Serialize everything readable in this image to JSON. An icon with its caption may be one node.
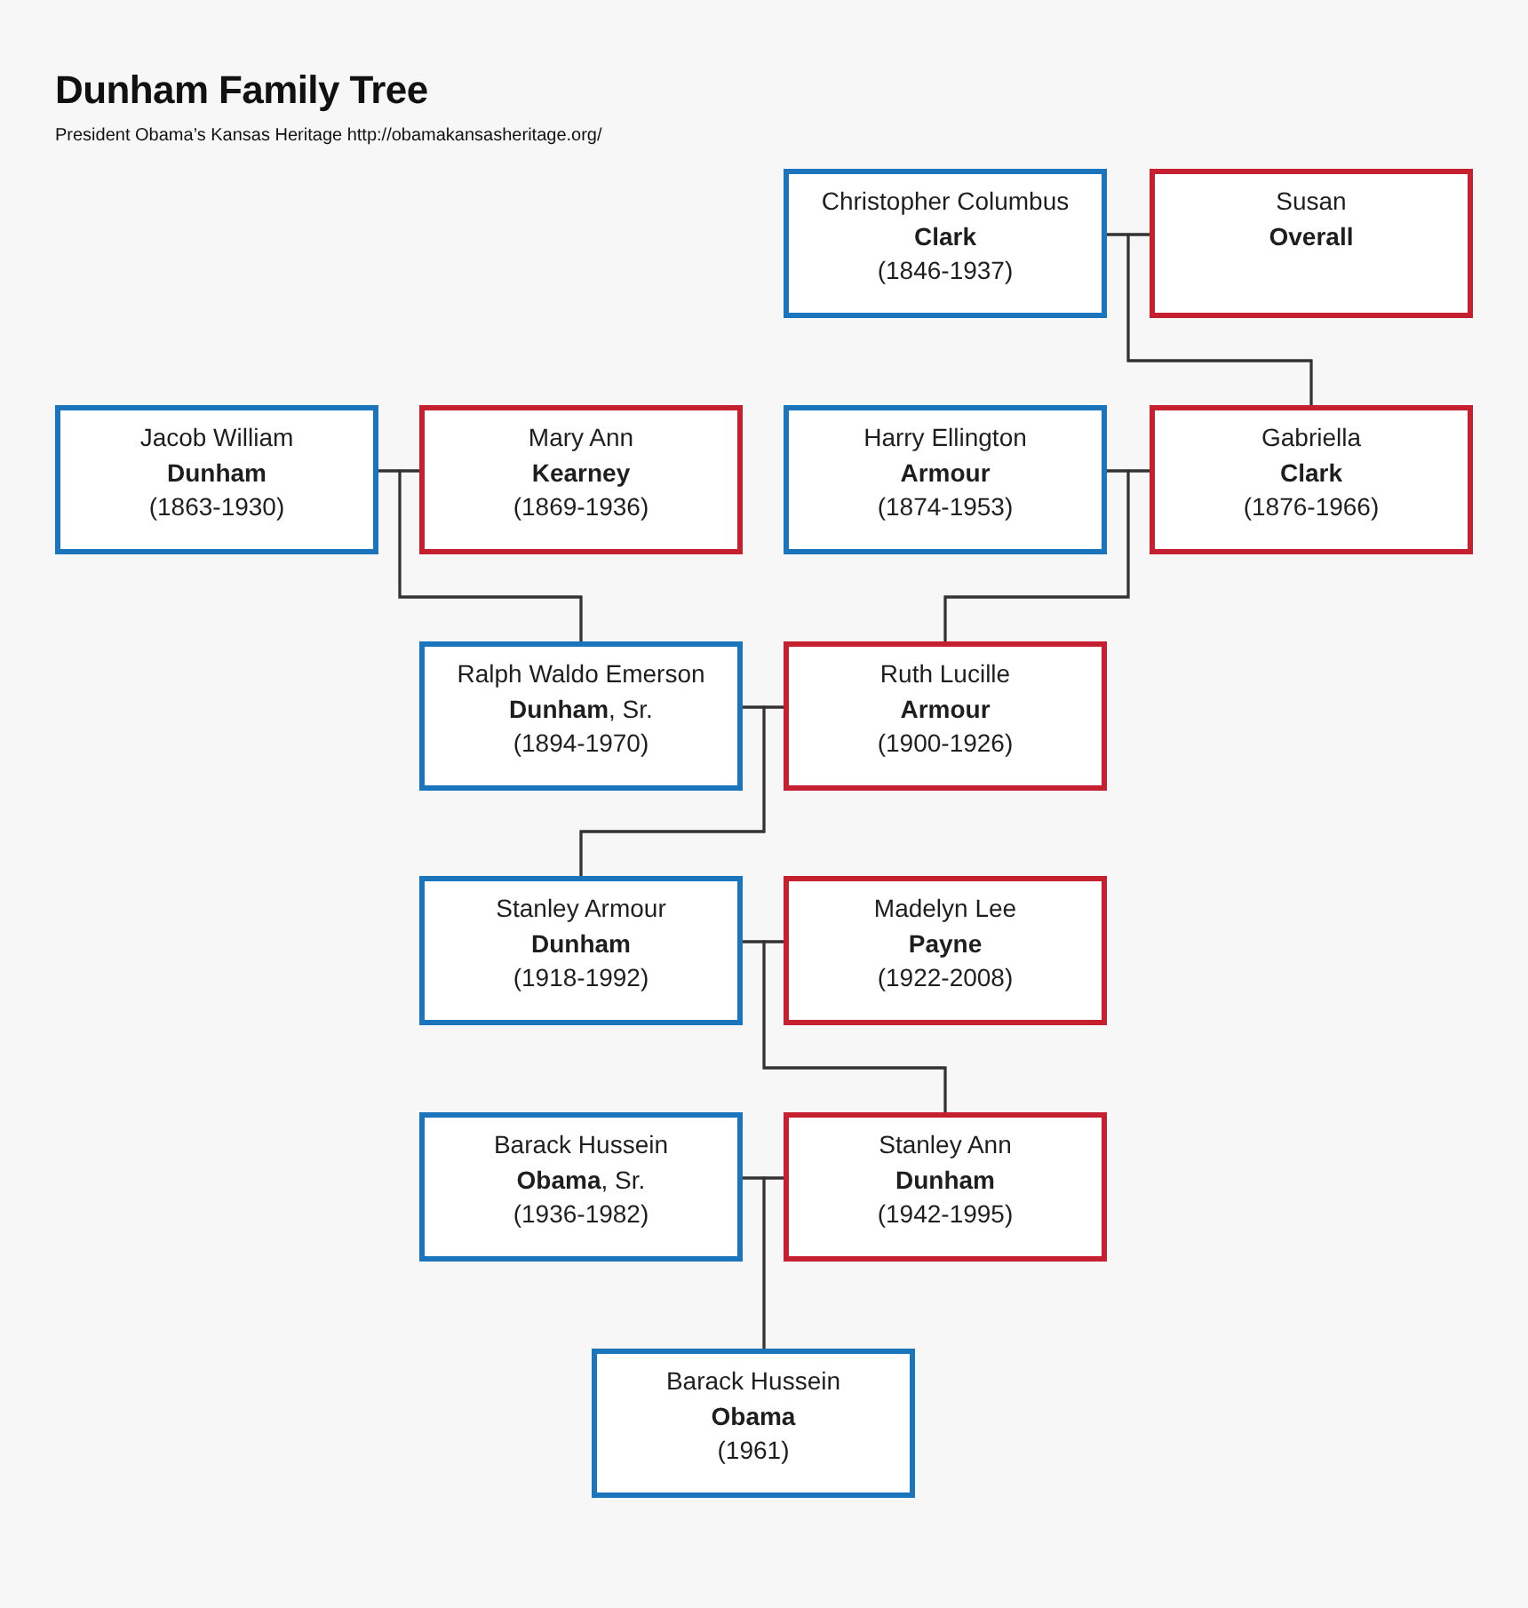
{
  "diagram": {
    "title": "Dunham Family Tree",
    "nodes": [
      {
        "text": [
          "Christopher Columbus **Clark**",
          "(1846-1937)"
        ]
      },
      {
        "text": [
          "Susan **Overall**"
        ]
      },
      {
        "text": [
          "Jacob William **Dunham**",
          "(1863-1930)"
        ]
      },
      {
        "text": [
          "Mary Ann **Kearney**",
          "(1869-1936)"
        ]
      },
      {
        "text": [
          "Harry Ellington **Armour**",
          "(1874-1953)"
        ]
      },
      {
        "text": [
          "Gabriella **Clark**",
          "(1876-1966)"
        ]
      },
      {
        "text": [
          "Ralph Waldo Emerson **Dunham**, Sr.",
          "(1894-1970)"
        ]
      },
      {
        "text": [
          "Ruth Lucille **Armour**",
          "(1900-1926)"
        ]
      },
      {
        "text": [
          "Stanley Armour **Dunham**",
          "(1918-1992)"
        ]
      },
      {
        "text": [
          "Madelyn Lee **Payne**",
          "(1922-2008)"
        ]
      },
      {
        "text": [
          "Barack Hussein **Obama**, Sr.",
          "(1936-1982)"
        ]
      },
      {
        "text": [
          "Stanley Ann **Dunham**",
          "(1942-1995)"
        ]
      },
      {
        "text": [
          "Barack Hussein **Obama**",
          "(1961)"
        ]
      }
    ],
    "edges": [
      {
        "from": 0,
        "to": 1,
        "arrow": "none"
      },
      {
        "from": 0,
        "to": 5,
        "arrow": "none"
      },
      {
        "from": 1,
        "to": 5,
        "arrow": "none"
      },
      {
        "from": 2,
        "to": 3,
        "arrow": "none"
      },
      {
        "from": 2,
        "to": 6,
        "arrow": "none"
      },
      {
        "from": 3,
        "to": 6,
        "arrow": "none"
      },
      {
        "from": 4,
        "to": 5,
        "arrow": "none"
      },
      {
        "from": 4,
        "to": 7,
        "arrow": "none"
      },
      {
        "from": 5,
        "to": 7,
        "arrow": "none"
      },
      {
        "from": 6,
        "to": 7,
        "arrow": "none"
      },
      {
        "from": 6,
        "to": 8,
        "arrow": "none"
      },
      {
        "from": 7,
        "to": 8,
        "arrow": "none"
      },
      {
        "from": 8,
        "to": 9,
        "arrow": "none"
      },
      {
        "from": 8,
        "to": 11,
        "arrow": "none"
      },
      {
        "from": 9,
        "to": 11,
        "arrow": "none"
      },
      {
        "from": 10,
        "to": 11,
        "arrow": "none"
      },
      {
        "from": 10,
        "to": 12,
        "arrow": "none"
      },
      {
        "from": 11,
        "to": 12,
        "arrow": "none"
      }
    ],
    "labels": [
      "President Obama’s Kansas Heritage http://obamakansasheritage.org/"
    ]
  }
}
